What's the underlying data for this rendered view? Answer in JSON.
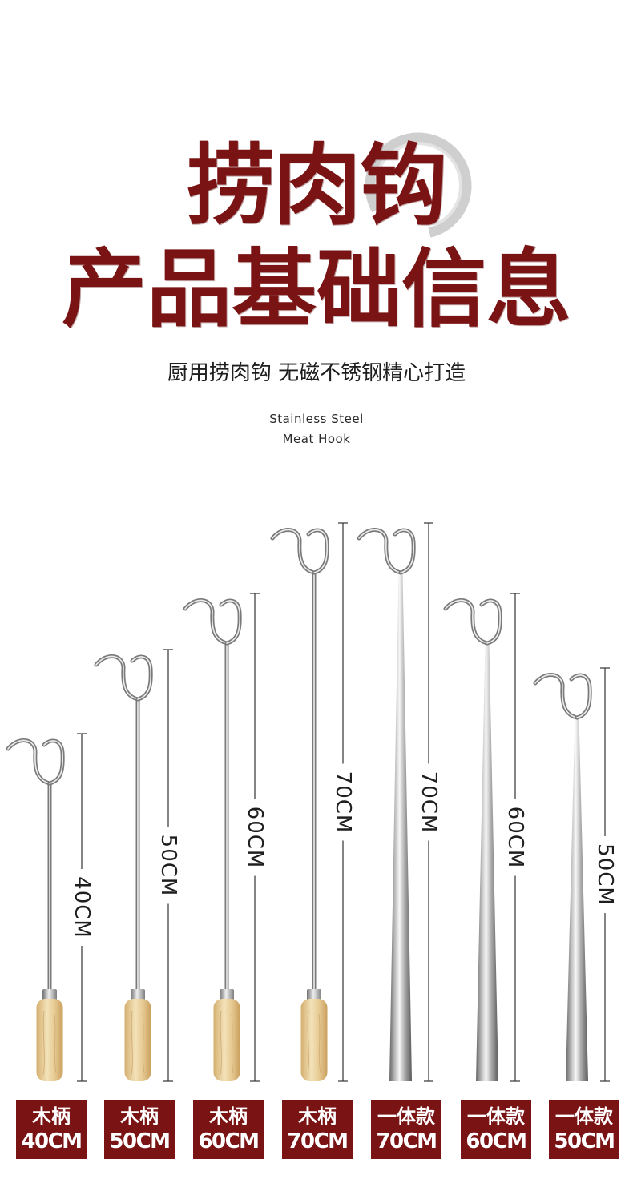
{
  "title": {
    "line1": "捞肉钩",
    "line2": "产品基础信息"
  },
  "subtitle": "厨用捞肉钩 无磁不锈钢精心打造",
  "english": {
    "line1": "Stainless Steel",
    "line2": "Meat Hook"
  },
  "colors": {
    "brand_red": "#7a1414",
    "background": "#ffffff"
  },
  "hooks": [
    {
      "type": "木柄",
      "length": "40CM",
      "wooden_handle": true
    },
    {
      "type": "木柄",
      "length": "50CM",
      "wooden_handle": true
    },
    {
      "type": "木柄",
      "length": "60CM",
      "wooden_handle": true
    },
    {
      "type": "木柄",
      "length": "70CM",
      "wooden_handle": true
    },
    {
      "type": "一体款",
      "length": "70CM",
      "wooden_handle": false
    },
    {
      "type": "一体款",
      "length": "60CM",
      "wooden_handle": false
    },
    {
      "type": "一体款",
      "length": "50CM",
      "wooden_handle": false
    }
  ]
}
